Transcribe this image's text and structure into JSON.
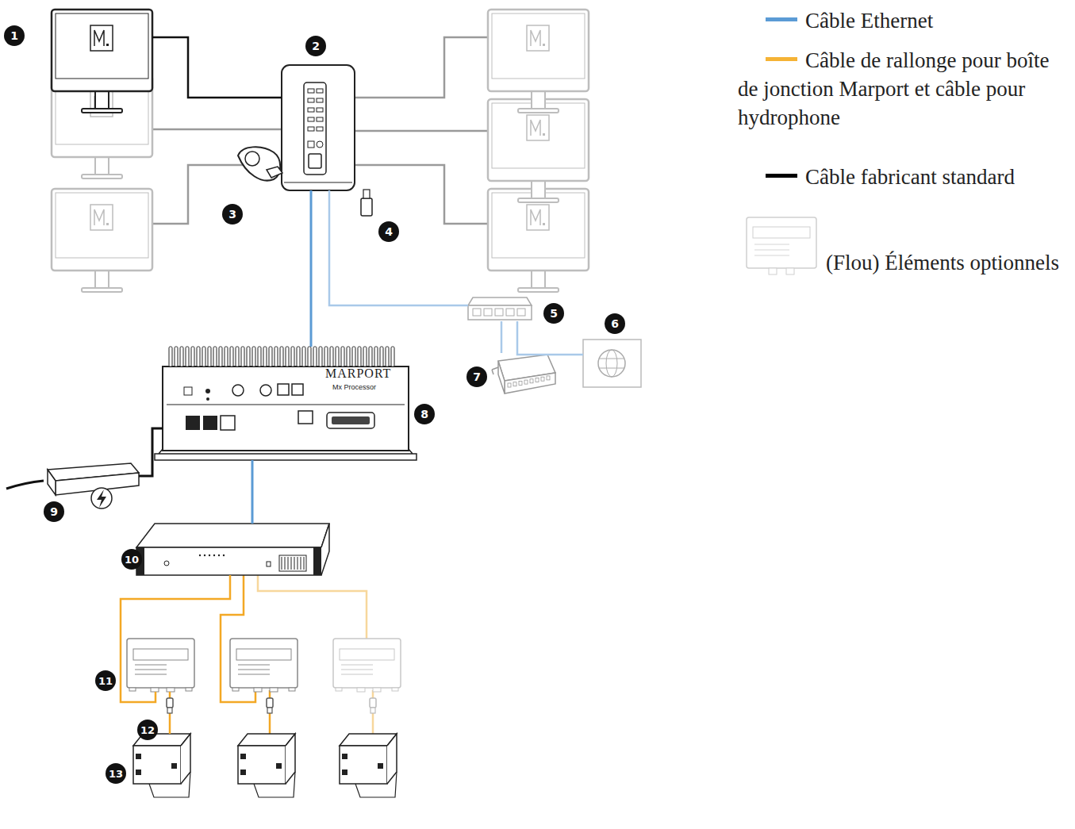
{
  "diagram": {
    "nodes": [
      {
        "text": [
          "1"
        ]
      },
      {
        "text": [
          "2"
        ]
      },
      {
        "text": [
          "3"
        ]
      },
      {
        "text": [
          "4"
        ]
      },
      {
        "text": [
          "5"
        ]
      },
      {
        "text": [
          "6"
        ]
      },
      {
        "text": [
          "7"
        ]
      },
      {
        "text": [
          "8",
          "MARPORT",
          "Mx Processor"
        ]
      },
      {
        "text": [
          "9"
        ]
      },
      {
        "text": [
          "10"
        ]
      },
      {
        "text": [
          "11"
        ]
      },
      {
        "text": [
          "13"
        ]
      }
    ],
    "edges": [
      {
        "from": 0,
        "to": 1,
        "arrow": "none"
      },
      {
        "from": 1,
        "to": 7,
        "arrow": "none"
      },
      {
        "from": 1,
        "to": 4,
        "arrow": "none"
      },
      {
        "from": 4,
        "to": 6,
        "arrow": "none"
      },
      {
        "from": 4,
        "to": 5,
        "arrow": "none"
      },
      {
        "from": 7,
        "to": 9,
        "arrow": "none"
      },
      {
        "from": 8,
        "to": 7,
        "arrow": "none"
      },
      {
        "from": 9,
        "to": 10,
        "arrow": "none"
      },
      {
        "from": 10,
        "to": 11,
        "arrow": "none"
      }
    ],
    "labels": [
      "12"
    ],
    "legend": [
      {
        "text": "Câble Ethernet",
        "color": "#5b9bd5"
      },
      {
        "text": "Câble de rallonge pour boîte de jonction Marport et câble pour hydrophone",
        "color": "#f5b335"
      },
      {
        "text": "Câble fabricant standard",
        "color": "#000000"
      },
      {
        "text": "(Flou) Éléments optionnels"
      }
    ]
  }
}
